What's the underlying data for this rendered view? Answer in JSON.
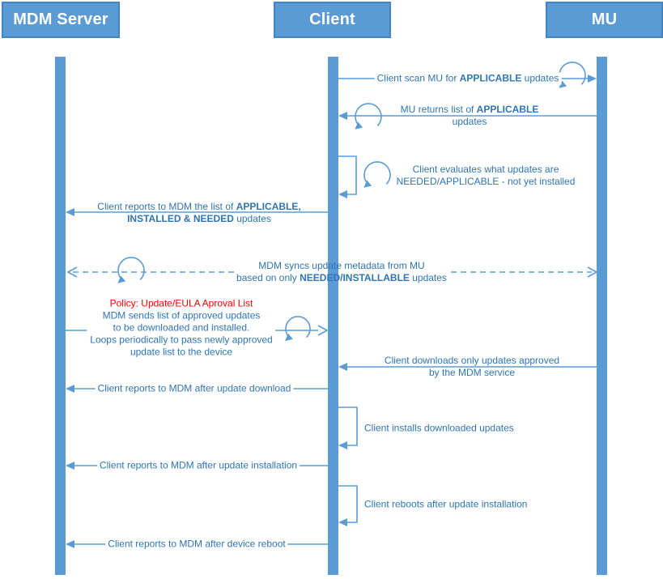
{
  "actors": [
    {
      "id": "mdm",
      "label": "MDM Server"
    },
    {
      "id": "client",
      "label": "Client"
    },
    {
      "id": "mu",
      "label": "MU"
    }
  ],
  "colors": {
    "primary_blue": "#5B9BD5",
    "box_border_blue": "#4683BF",
    "label_text_blue": "#2E75B6",
    "policy_red": "#FF0000",
    "background": "#FFFFFF"
  },
  "icons": {
    "loop_icon": "circular-arrow (iteration/loop indicator)",
    "solid_arrowhead": "filled triangle",
    "open_arrowhead": "open chevron"
  },
  "messages": {
    "scan_mu": {
      "pre": "Client scan MU for ",
      "bold": "APPLICABLE",
      "post": " updates"
    },
    "mu_returns": {
      "l1_pre": "MU returns list of ",
      "l1_bold": "APPLICABLE",
      "l2": "updates"
    },
    "evaluate": {
      "l1": "Client evaluates what updates are",
      "l2": "NEEDED/APPLICABLE - not yet installed"
    },
    "report_list": {
      "l1_pre": "Client reports to MDM the list of ",
      "l1_bold": "APPLICABLE,",
      "l2_bold": "INSTALLED & NEEDED",
      "l2_post": " updates"
    },
    "sync_metadata": {
      "l1": "MDM syncs update metadata from MU",
      "l2_pre": "based on only ",
      "l2_bold": "NEEDED/INSTALLABLE",
      "l2_post": " updates"
    },
    "policy": {
      "title": "Policy: Update/EULA Aproval List",
      "l1": "MDM sends list of approved updates",
      "l2": "to be downloaded and installed.",
      "l3": "Loops periodically to pass newly approved",
      "l4": "update list to the device"
    },
    "download": {
      "l1": "Client downloads only updates approved",
      "l2": "by the MDM service"
    },
    "report_download": {
      "text": "Client reports to MDM after update download"
    },
    "install": {
      "text": "Client installs downloaded updates"
    },
    "report_install": {
      "text": "Client reports to MDM after update installation"
    },
    "reboot": {
      "text": "Client reboots after update installation"
    },
    "report_reboot": {
      "text": "Client reports to MDM after device reboot"
    }
  }
}
